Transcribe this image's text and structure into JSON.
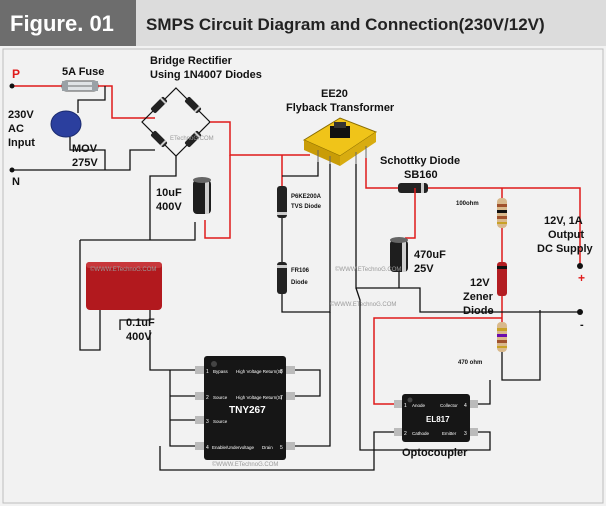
{
  "header": {
    "figure_label": "Figure. 01",
    "title": "SMPS Circuit Diagram and Connection(230V/12V)"
  },
  "input": {
    "p_label": "P",
    "n_label": "N",
    "voltage_line1": "230V",
    "voltage_line2": "AC",
    "voltage_line3": "Input"
  },
  "components": {
    "fuse": "5A Fuse",
    "mov_line1": "MOV",
    "mov_line2": "275V",
    "bridge_line1": "Bridge Rectifier",
    "bridge_line2": "Using 1N4007 Diodes",
    "transformer_line1": "EE20",
    "transformer_line2": "Flyback Transformer",
    "cap_10uf_line1": "10uF",
    "cap_10uf_line2": "400V",
    "tvs_line1": "P6KE200A",
    "tvs_line2": "TVS Diode",
    "fr106_line1": "FR106",
    "fr106_line2": "Diode",
    "schottky_line1": "Schottky Diode",
    "schottky_line2": "SB160",
    "res_100": "100ohm",
    "cap_470_line1": "470uF",
    "cap_470_line2": "25V",
    "zener_line1": "12V",
    "zener_line2": "Zener",
    "zener_line3": "Diode",
    "res_470": "470 ohm",
    "cap_01_line1": "0.1uF",
    "cap_01_line2": "400V",
    "output_line1": "12V, 1A",
    "output_line2": "Output",
    "output_line3": "DC Supply",
    "plus": "+",
    "minus": "-"
  },
  "ic_tny267": {
    "name": "TNY267",
    "pins": [
      {
        "num": "1",
        "label": "Bypass"
      },
      {
        "num": "2",
        "label": "Source"
      },
      {
        "num": "3",
        "label": "Source"
      },
      {
        "num": "4",
        "label": "Enable/Undervoltage"
      },
      {
        "num": "8",
        "label": "High Voltage Return(S)"
      },
      {
        "num": "7",
        "label": "High Voltage Return(S)"
      },
      {
        "num": "5",
        "label": "Drain"
      }
    ]
  },
  "ic_el817": {
    "name": "EL817",
    "caption": "Optocoupler",
    "pins": [
      {
        "num": "1",
        "label": "Anode"
      },
      {
        "num": "2",
        "label": "Cathode"
      },
      {
        "num": "4",
        "label": "Collector"
      },
      {
        "num": "3",
        "label": "Emitter"
      }
    ]
  },
  "watermarks": {
    "left": "©WWW.ETechnoG.COM",
    "middle": "©WWW.ETechnoG.COM",
    "bridge": "ETechnoG.COM",
    "bottom": "©WWW.ETechnoG.COM",
    "cap": "©WWW.ETechnoG.COM"
  },
  "colors": {
    "header_badge": "#6d6d6d",
    "wire_black": "#111111",
    "wire_red": "#e01b1b",
    "transformer": "#f0c419",
    "cap_box": "#b2191e"
  }
}
